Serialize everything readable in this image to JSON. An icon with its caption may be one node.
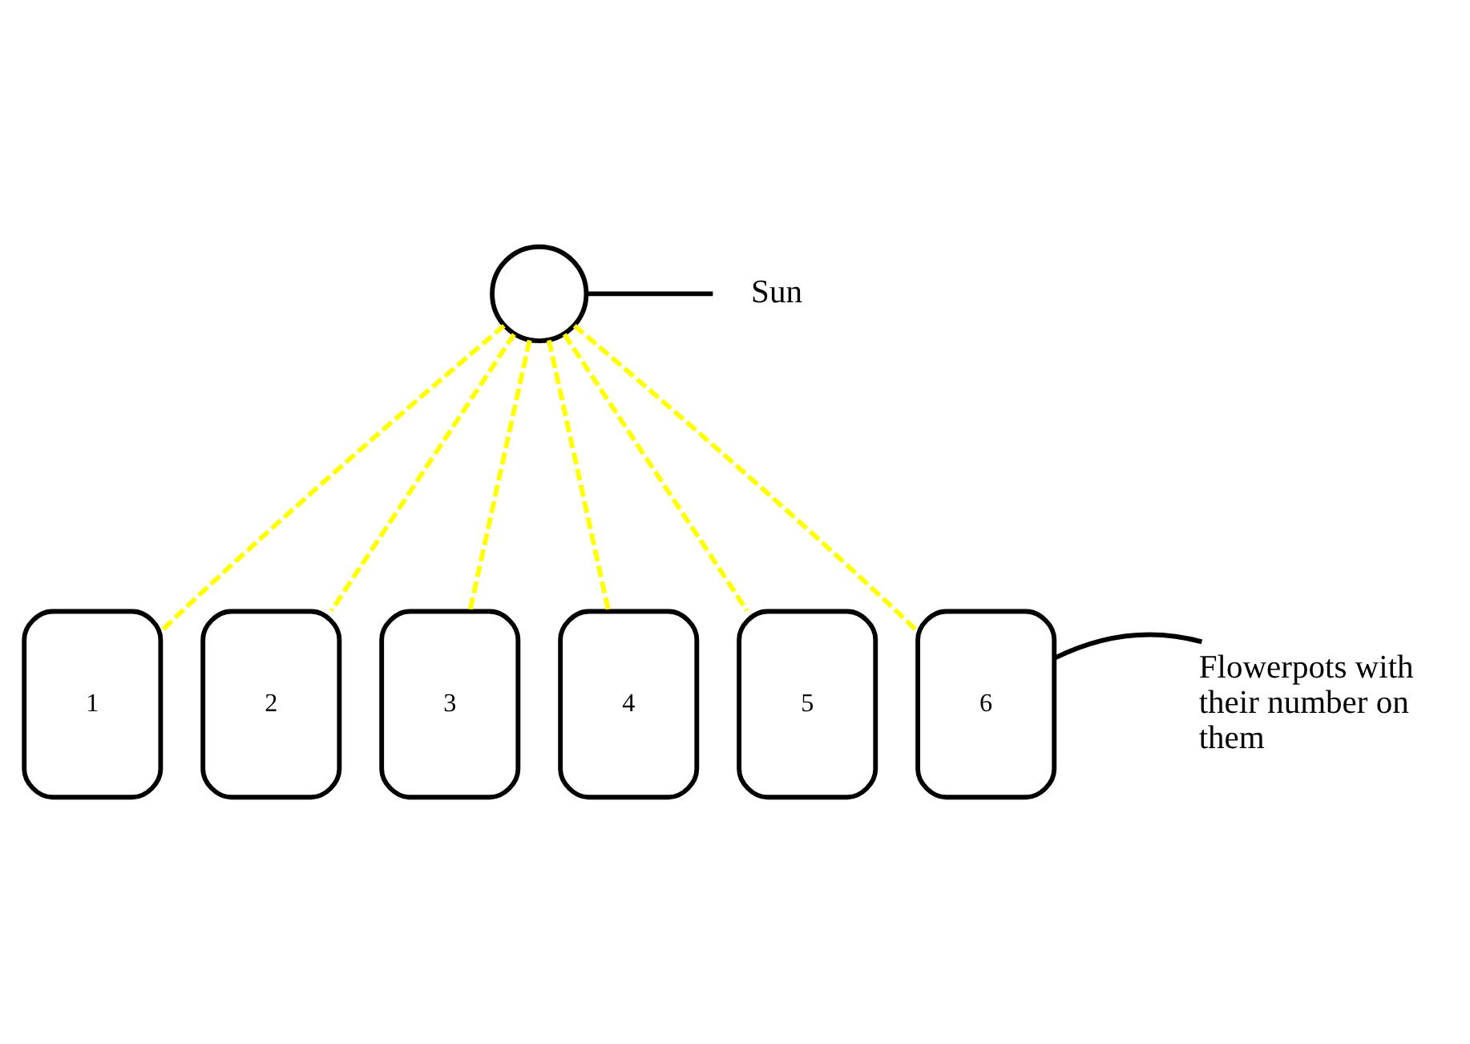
{
  "diagram": {
    "nodes": [
      {
        "text": [],
        "shape": "circle"
      },
      {
        "text": [
          "Sun"
        ]
      },
      {
        "text": [
          "1"
        ]
      },
      {
        "text": [
          "2"
        ]
      },
      {
        "text": [
          "3"
        ]
      },
      {
        "text": [
          "4"
        ]
      },
      {
        "text": [
          "5"
        ]
      },
      {
        "text": [
          "6"
        ]
      },
      {
        "text": [
          "Flowerpots with their number on them"
        ]
      }
    ],
    "edges": [
      {
        "from": 1,
        "to": 0,
        "arrow": "none",
        "color": "#000000"
      },
      {
        "from": 0,
        "to": 2,
        "arrow": "none",
        "style": "dashed",
        "color": "#ffff00"
      },
      {
        "from": 0,
        "to": 3,
        "arrow": "none",
        "style": "dashed",
        "color": "#ffff00"
      },
      {
        "from": 0,
        "to": 4,
        "arrow": "none",
        "style": "dashed",
        "color": "#ffff00"
      },
      {
        "from": 0,
        "to": 5,
        "arrow": "none",
        "style": "dashed",
        "color": "#ffff00"
      },
      {
        "from": 0,
        "to": 6,
        "arrow": "none",
        "style": "dashed",
        "color": "#ffff00"
      },
      {
        "from": 0,
        "to": 7,
        "arrow": "none",
        "style": "dashed",
        "color": "#ffff00"
      },
      {
        "from": 8,
        "to": 7,
        "arrow": "none",
        "color": "#000000"
      }
    ]
  }
}
